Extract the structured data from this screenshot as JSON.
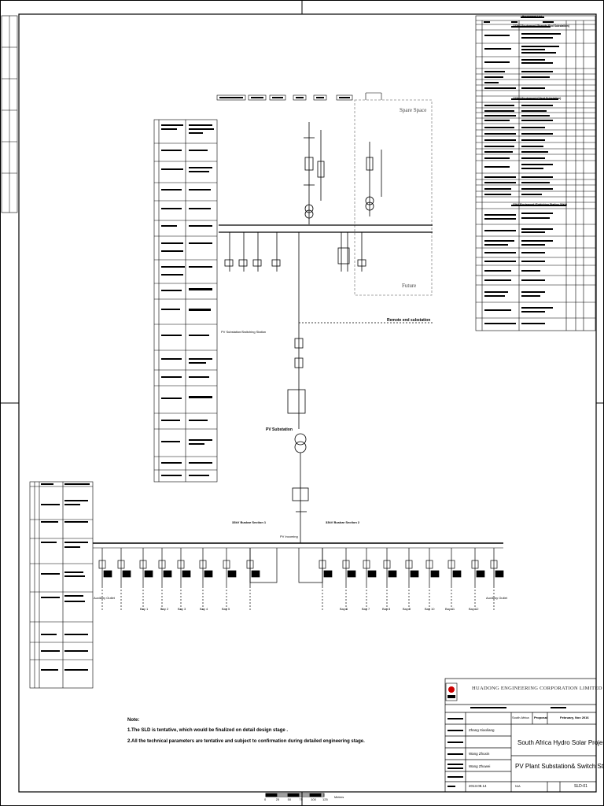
{
  "labels": {
    "spare_space": "Spare Space",
    "future": "Future",
    "remote_end": "Remote end substation",
    "pv_substation": "PV Substation",
    "pv_sub_sub": "PV Substation/Switching Station",
    "bay_1": "Bay 1",
    "bay_2": "Bay 2",
    "bay_3": "Bay 3",
    "bay_4": "Bay 4",
    "bay_5": "Bay 5",
    "bay_6": "Bay 6",
    "bay_7": "Bay 7",
    "bay_8": "Bay 8",
    "bay_9": "Bay 9",
    "bay_10": "Bay 10",
    "bay_11": "Bay 11",
    "bay_12": "Bay 12",
    "bus_section_1": "33kV Busbar Section 1",
    "bus_section_2": "33kV Busbar Section 2",
    "incoming": "PV Incoming",
    "aux_left": "Auxiliary Outlet",
    "aux_right": "Auxiliary Outlet"
  },
  "notes": {
    "title": "Note:",
    "line1": "1.The SLD is tentative, which would be finalized on detail design stage .",
    "line2": "2.All the technical parameters are tentative and subject to confirmation during detailed engineering stage."
  },
  "title_block": {
    "company": "HUADONG ENGINEERING CORPORATION LIMITED",
    "project": "South Africa Hydro Solar Project",
    "drawing_title": "PV Plant Substation& Switch Station SLD",
    "sheet_no": "SLD-01",
    "checked_by": "Zhang Xiaoliang",
    "reviewed_by": "Wang Zhuxin",
    "drawn_by": "Wang Zhuwei",
    "stage": "Proposal",
    "date": "February, Nov 2016",
    "scale": "N/A",
    "region": "South Africa",
    "issue_date": "2013.08.14"
  },
  "scale_bar": {
    "ticks": [
      "0",
      "25",
      "50",
      "75",
      "100",
      "125"
    ],
    "unit": "Meters"
  },
  "equipment_table": {
    "title": "Equipment List",
    "header": [
      "No.",
      "Name",
      "Specification",
      "Qty",
      "Unit",
      "Remarks"
    ],
    "section1": "132kV Equipment (Remote End Substation)",
    "section2": "132kV Equipment (Client Substation)",
    "section3": "33kV Equipment (Switching Station 33kV)"
  }
}
